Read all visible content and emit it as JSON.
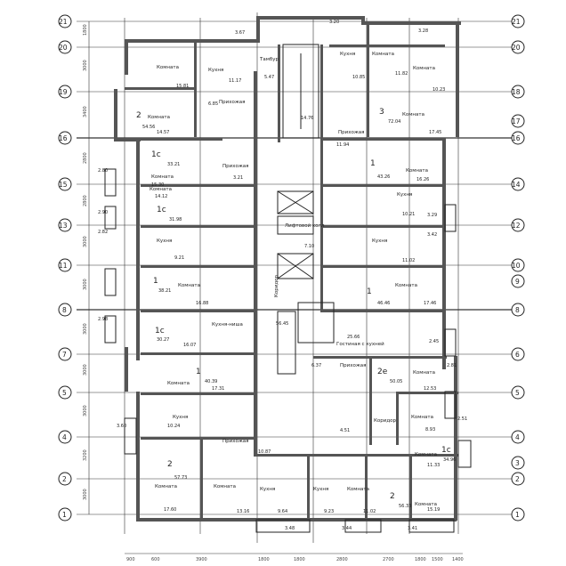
{
  "axes": {
    "rows": [
      "21",
      "20",
      "19",
      "18",
      "17",
      "16",
      "15",
      "14",
      "13",
      "12",
      "11",
      "10",
      "9",
      "8",
      "7",
      "6",
      "5",
      "4",
      "3",
      "2",
      "1"
    ]
  },
  "dims": {
    "left": [
      "1800",
      "3000",
      "3400",
      "2800",
      "2800",
      "3000",
      "3000",
      "3000",
      "3000",
      "3000",
      "3200",
      "3000"
    ],
    "bottom": [
      "900",
      "600",
      "3900",
      "1800",
      "1800",
      "2800",
      "2700",
      "1800",
      "1500",
      "1400"
    ]
  },
  "rooms": [
    {
      "label": "Комната",
      "area": "15.81"
    },
    {
      "label": "Кухня",
      "area": "11.17"
    },
    {
      "label": "Тамбур",
      "area": "5.47"
    },
    {
      "label": "Кухня",
      "area": "10.85"
    },
    {
      "label": "Комната",
      "area": "11.82"
    },
    {
      "label": "Комната",
      "area": "10.23"
    },
    {
      "label": "Комната",
      "area": "14.57"
    },
    {
      "label": "Прихожая",
      "area": "6.85"
    },
    {
      "label": "",
      "area": "14.76"
    },
    {
      "label": "Комната",
      "area": "17.45"
    },
    {
      "label": "Прихожая",
      "area": "11.94"
    },
    {
      "label": "Комната",
      "area": "15.30"
    },
    {
      "label": "Прихожая",
      "area": "3.21"
    },
    {
      "label": "Комната",
      "area": "16.26"
    },
    {
      "label": "Кухня",
      "area": "10.21"
    },
    {
      "label": "Комната",
      "area": "14.12"
    },
    {
      "label": "Лифтовой холл",
      "area": "7.10"
    },
    {
      "label": "Кухня",
      "area": "9.21"
    },
    {
      "label": "Кухня",
      "area": "11.02"
    },
    {
      "label": "Комната",
      "area": "16.88"
    },
    {
      "label": "Коридор",
      "area": "56.45"
    },
    {
      "label": "Комната",
      "area": "17.46"
    },
    {
      "label": "Кухня-ниша",
      "area": "16.07"
    },
    {
      "label": "Гостиная с кухней",
      "area": "25.66"
    },
    {
      "label": "Комната",
      "area": "17.31"
    },
    {
      "label": "Прихожая",
      "area": "6.37"
    },
    {
      "label": "Комната",
      "area": "12.53"
    },
    {
      "label": "Кухня",
      "area": "10.24"
    },
    {
      "label": "Коридор",
      "area": "4.51"
    },
    {
      "label": "Комната",
      "area": "8.93"
    },
    {
      "label": "Прихожая",
      "area": "10.87"
    },
    {
      "label": "Комната",
      "area": "11.33"
    },
    {
      "label": "Комната",
      "area": "17.60"
    },
    {
      "label": "Комната",
      "area": "13.16"
    },
    {
      "label": "Кухня",
      "area": "9.64"
    },
    {
      "label": "Кухня",
      "area": "9.23"
    },
    {
      "label": "Комната",
      "area": "11.02"
    },
    {
      "label": "Комната",
      "area": "15.19"
    }
  ],
  "apartments": [
    {
      "rooms": "2",
      "area": "54.56"
    },
    {
      "rooms": "1с",
      "area": "33.21"
    },
    {
      "rooms": "1с",
      "area": "31.98"
    },
    {
      "rooms": "1",
      "area": "38.21"
    },
    {
      "rooms": "1с",
      "area": "30.27"
    },
    {
      "rooms": "1",
      "area": "40.39"
    },
    {
      "rooms": "2",
      "area": "57.73"
    },
    {
      "rooms": "3",
      "area": "72.04"
    },
    {
      "rooms": "1",
      "area": "43.26"
    },
    {
      "rooms": "1",
      "area": "46.46"
    },
    {
      "rooms": "2е",
      "area": "50.05"
    },
    {
      "rooms": "1с",
      "area": "34.96"
    },
    {
      "rooms": "2",
      "area": "56.33"
    }
  ],
  "balconies": [
    "2.80",
    "2.90",
    "2.82",
    "2.98",
    "3.60",
    "3.29",
    "3.42",
    "2.45",
    "2.81",
    "2.51",
    "3.67",
    "3.20",
    "3.28",
    "3.48",
    "3.44",
    "3.41"
  ]
}
